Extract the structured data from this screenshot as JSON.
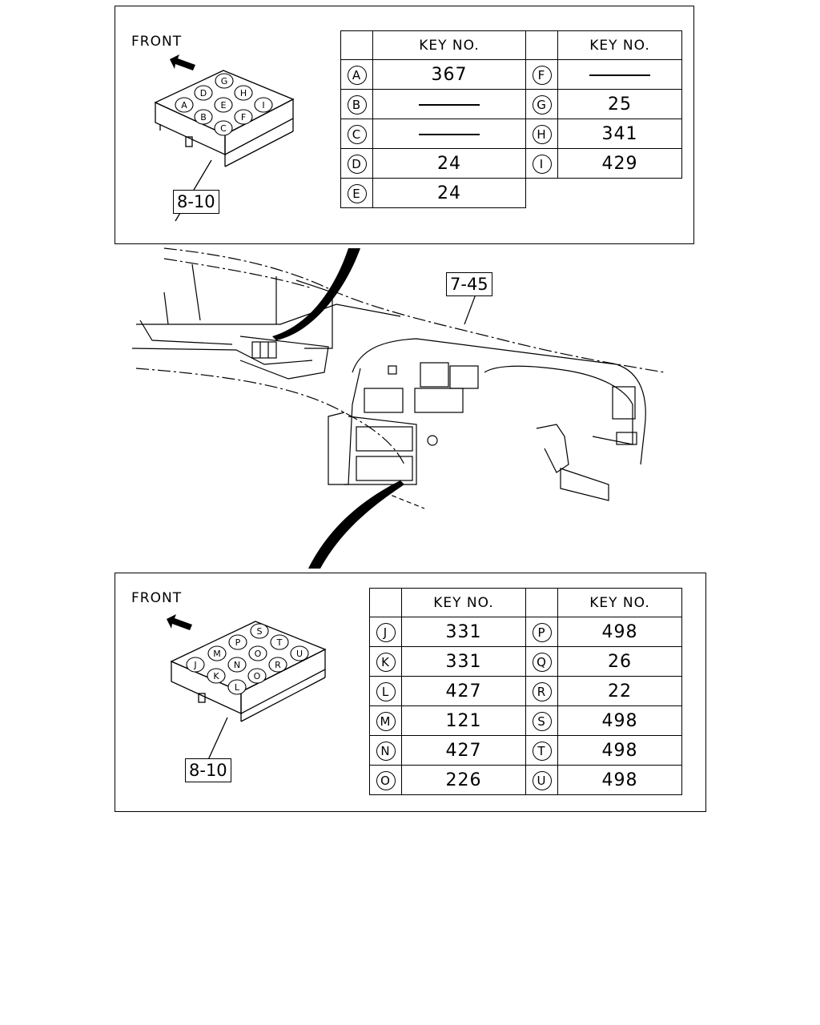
{
  "top_panel": {
    "front_label": "FRONT",
    "ref_label": "8-10",
    "header": "KEY NO.",
    "connector_letters": [
      "G",
      "D",
      "H",
      "A",
      "E",
      "I",
      "B",
      "F",
      "C"
    ],
    "left_rows": [
      {
        "letter": "A",
        "value": "367"
      },
      {
        "letter": "B",
        "value": ""
      },
      {
        "letter": "C",
        "value": ""
      },
      {
        "letter": "D",
        "value": "24"
      },
      {
        "letter": "E",
        "value": "24"
      }
    ],
    "right_rows": [
      {
        "letter": "F",
        "value": ""
      },
      {
        "letter": "G",
        "value": "25"
      },
      {
        "letter": "H",
        "value": "341"
      },
      {
        "letter": "I",
        "value": "429"
      }
    ]
  },
  "middle": {
    "ref_label": "7-45"
  },
  "bottom_panel": {
    "front_label": "FRONT",
    "ref_label": "8-10",
    "header": "KEY NO.",
    "connector_letters": [
      "S",
      "P",
      "T",
      "M",
      "O",
      "U",
      "J",
      "N",
      "R",
      "K",
      "O",
      "L"
    ],
    "left_rows": [
      {
        "letter": "J",
        "value": "331"
      },
      {
        "letter": "K",
        "value": "331"
      },
      {
        "letter": "L",
        "value": "427"
      },
      {
        "letter": "M",
        "value": "121"
      },
      {
        "letter": "N",
        "value": "427"
      },
      {
        "letter": "O",
        "value": "226"
      }
    ],
    "right_rows": [
      {
        "letter": "P",
        "value": "498"
      },
      {
        "letter": "Q",
        "value": "26"
      },
      {
        "letter": "R",
        "value": "22"
      },
      {
        "letter": "S",
        "value": "498"
      },
      {
        "letter": "T",
        "value": "498"
      },
      {
        "letter": "U",
        "value": "498"
      }
    ]
  }
}
